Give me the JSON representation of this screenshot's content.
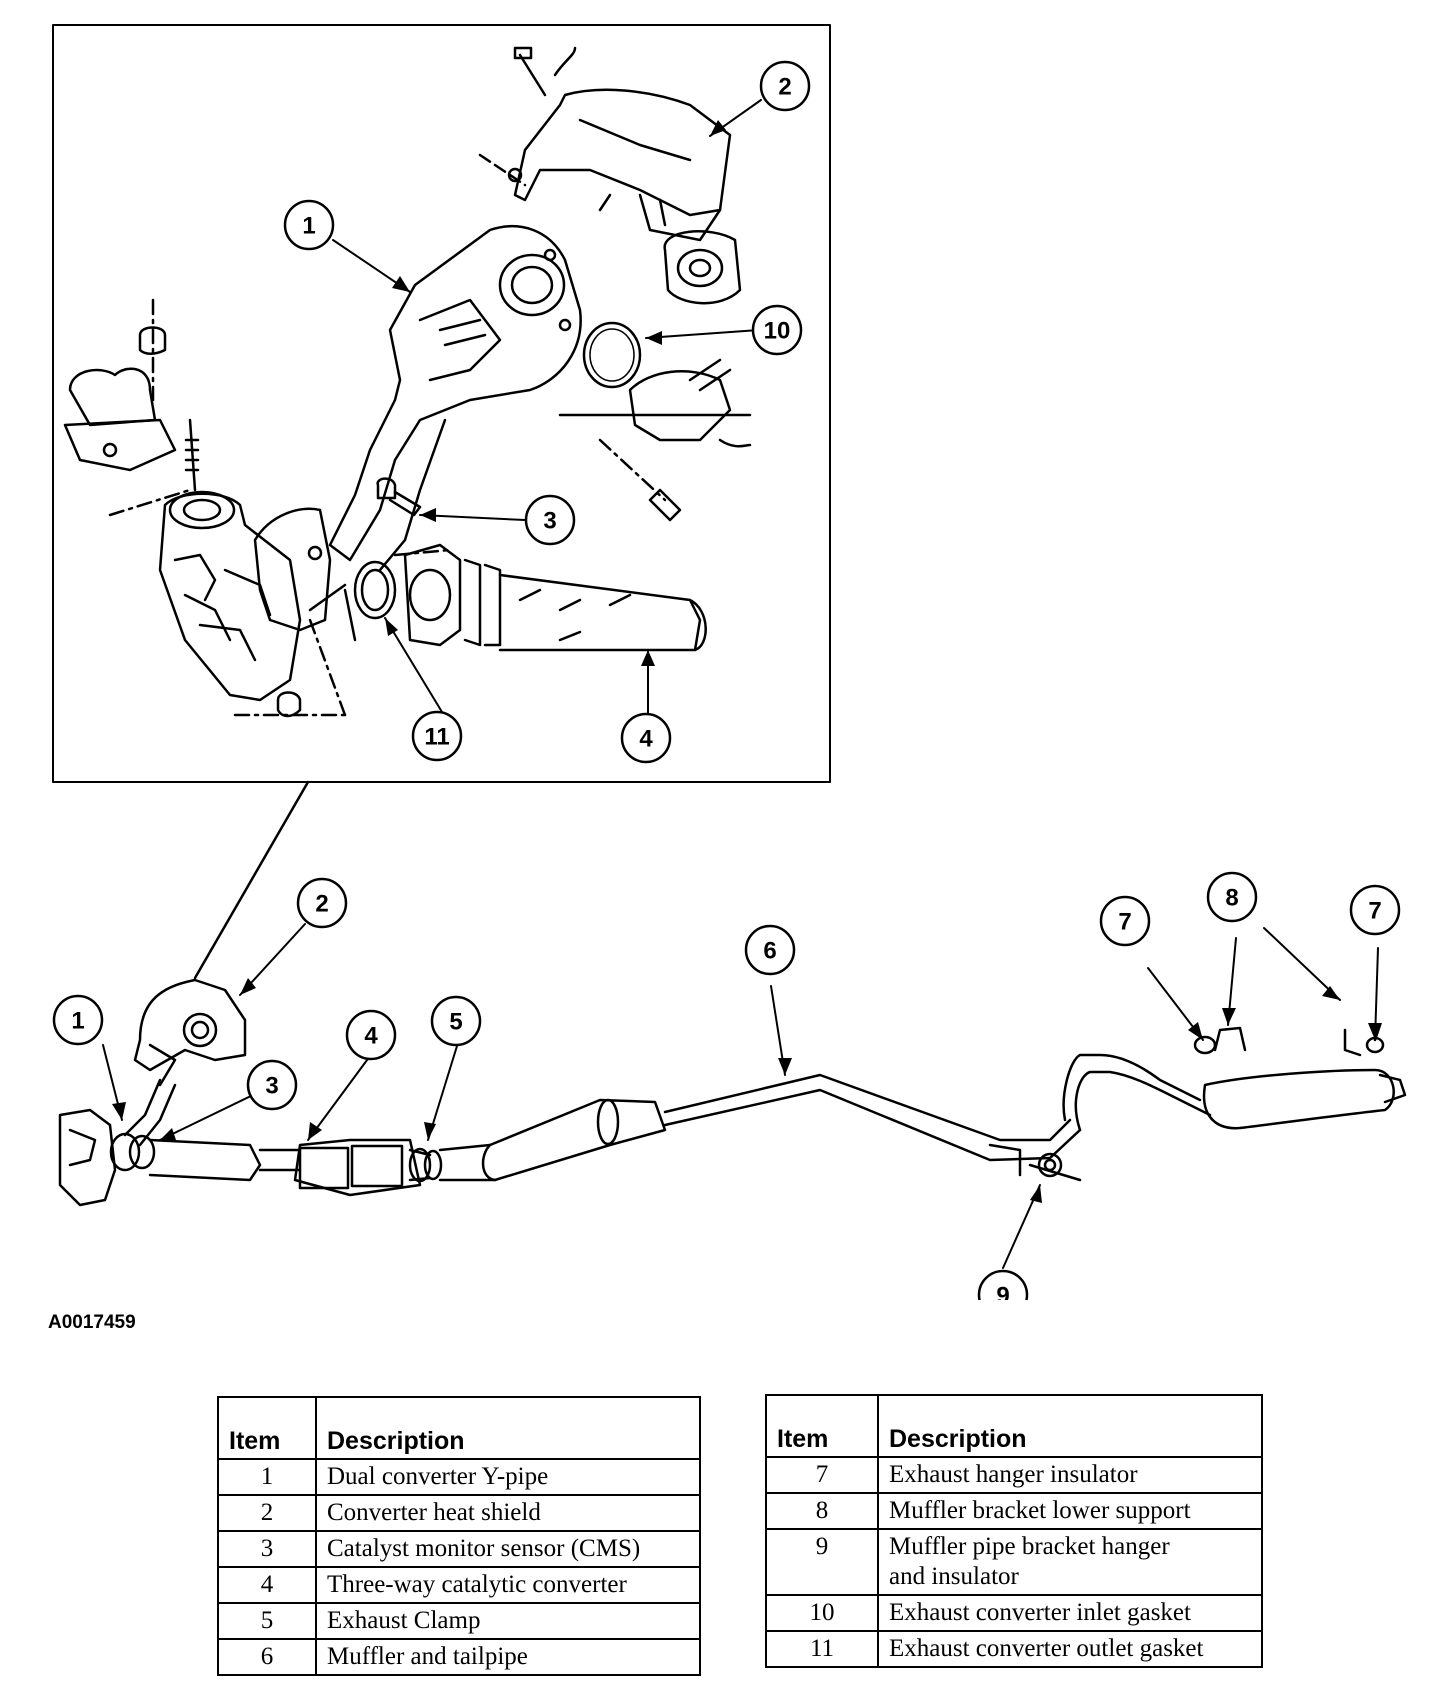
{
  "figure_id": "A0017459",
  "callouts_inset": [
    "1",
    "2",
    "3",
    "4",
    "10",
    "11"
  ],
  "callouts_main": [
    "1",
    "2",
    "3",
    "4",
    "5",
    "6",
    "7",
    "8",
    "7",
    "9"
  ],
  "legend_left": {
    "headers": [
      "Item",
      "Description"
    ],
    "rows": [
      {
        "item": "1",
        "desc": "Dual converter Y-pipe"
      },
      {
        "item": "2",
        "desc": "Converter heat shield"
      },
      {
        "item": "3",
        "desc": "Catalyst monitor sensor (CMS)"
      },
      {
        "item": "4",
        "desc": "Three-way catalytic converter"
      },
      {
        "item": "5",
        "desc": "Exhaust Clamp"
      },
      {
        "item": "6",
        "desc": "Muffler and tailpipe"
      }
    ]
  },
  "legend_right": {
    "headers": [
      "Item",
      "Description"
    ],
    "rows": [
      {
        "item": "7",
        "desc": "Exhaust hanger insulator",
        "desc2": ""
      },
      {
        "item": "8",
        "desc": "Muffler bracket lower support",
        "desc2": ""
      },
      {
        "item": "9",
        "desc": "Muffler pipe bracket hanger",
        "desc2": "and insulator"
      },
      {
        "item": "10",
        "desc": "Exhaust converter inlet gasket",
        "desc2": ""
      },
      {
        "item": "11",
        "desc": "Exhaust converter outlet gasket",
        "desc2": ""
      }
    ]
  }
}
